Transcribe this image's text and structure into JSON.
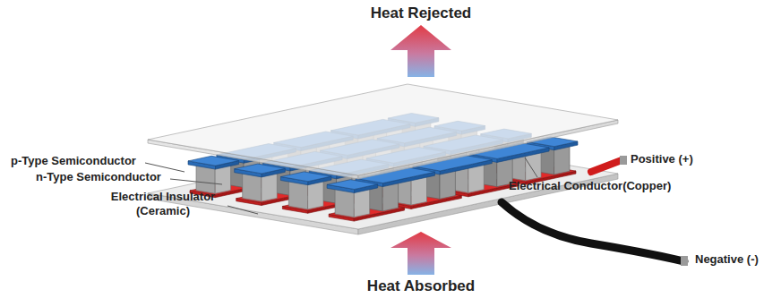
{
  "diagram": {
    "labels": [
      "Heat Rejected",
      "p-Type Semiconductor",
      "n-Type Semiconductor",
      "Electrical Insulator (Ceramic)",
      "Electrical Conductor(Copper)",
      "Positive (+)",
      "Negative (-)",
      "Heat Absorbed"
    ]
  }
}
